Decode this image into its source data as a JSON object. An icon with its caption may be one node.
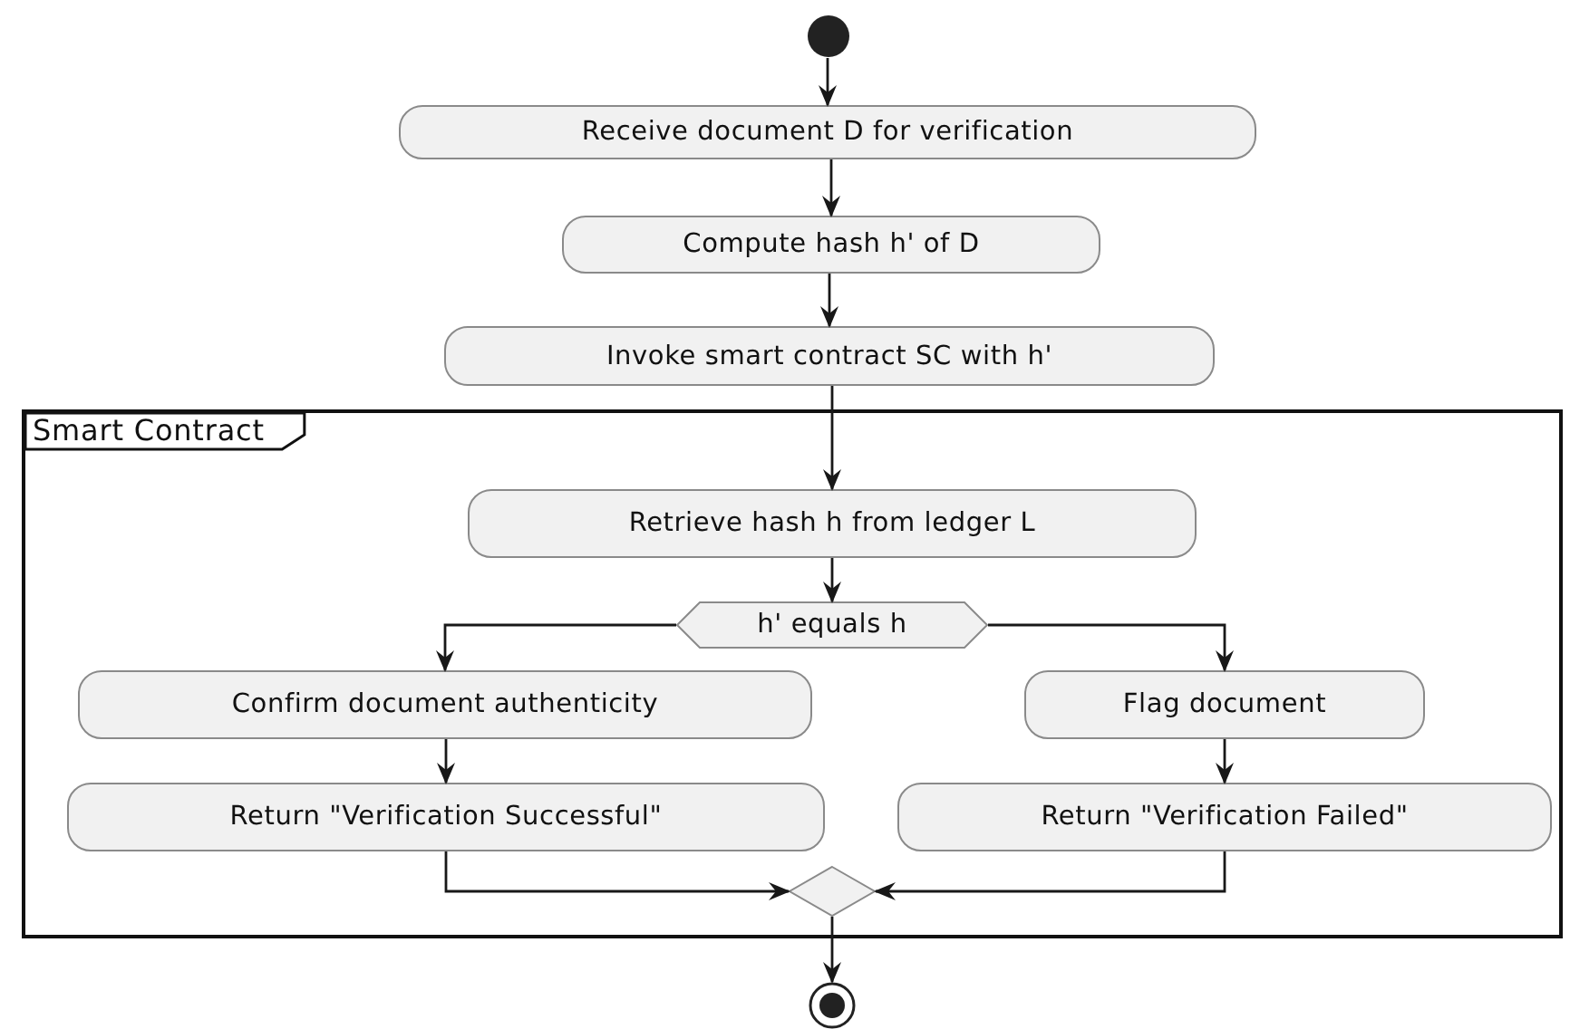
{
  "diagram": {
    "nodes": [
      {
        "text": [],
        "shape": "circle"
      },
      {
        "text": [
          "Receive document D for verification"
        ]
      },
      {
        "text": [
          "Compute hash h' of D"
        ]
      },
      {
        "text": [
          "Invoke smart contract SC with h'"
        ]
      },
      {
        "text": [
          "Smart Contract"
        ]
      },
      {
        "text": [
          "Retrieve hash h from ledger L"
        ],
        "in": 4
      },
      {
        "text": [
          "h' equals h"
        ],
        "in": 4
      },
      {
        "text": [
          "Confirm document authenticity"
        ],
        "in": 4
      },
      {
        "text": [
          "Flag document"
        ],
        "in": 4
      },
      {
        "text": [
          "Return \"Verification Successful\""
        ],
        "in": 4
      },
      {
        "text": [
          "Return \"Verification Failed\""
        ],
        "in": 4
      },
      {
        "text": [],
        "shape": "diamond",
        "in": 4
      },
      {
        "text": [],
        "shape": "circle"
      }
    ],
    "edges": [
      {
        "from": 0,
        "to": 1,
        "arrow": "to"
      },
      {
        "from": 1,
        "to": 2,
        "arrow": "to"
      },
      {
        "from": 2,
        "to": 3,
        "arrow": "to"
      },
      {
        "from": 3,
        "to": 5,
        "arrow": "to"
      },
      {
        "from": 5,
        "to": 6,
        "arrow": "to"
      },
      {
        "from": 6,
        "to": 7,
        "arrow": "to"
      },
      {
        "from": 6,
        "to": 8,
        "arrow": "to"
      },
      {
        "from": 7,
        "to": 9,
        "arrow": "to"
      },
      {
        "from": 8,
        "to": 10,
        "arrow": "to"
      },
      {
        "from": 9,
        "to": 11,
        "arrow": "to"
      },
      {
        "from": 10,
        "to": 11,
        "arrow": "to"
      },
      {
        "from": 11,
        "to": 12,
        "arrow": "to"
      }
    ]
  }
}
